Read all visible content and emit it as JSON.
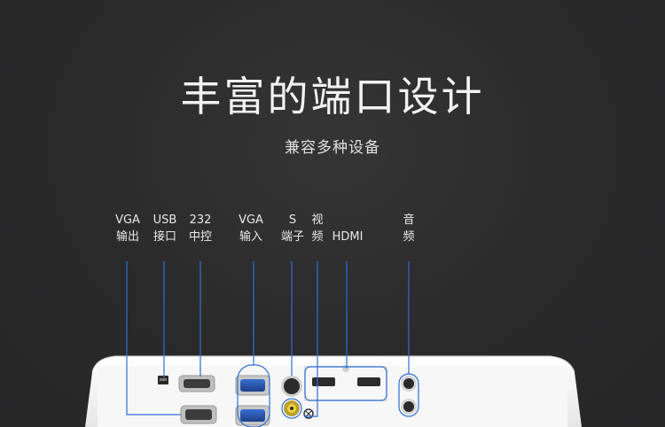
{
  "headline": "丰富的端口设计",
  "subhead": "兼容多种设备",
  "ports": [
    {
      "line1": "VGA",
      "line2": "输出"
    },
    {
      "line1": "USB",
      "line2": "接口"
    },
    {
      "line1": "232",
      "line2": "中控"
    },
    {
      "line1": "VGA",
      "line2": "输入"
    },
    {
      "line1": "S",
      "line2": "端子"
    },
    {
      "line1": "视",
      "line2": "频"
    },
    {
      "line1": "",
      "line2": "HDMI"
    },
    {
      "line1": "音",
      "line2": "频"
    }
  ],
  "colors": {
    "background": "#2b2b2c",
    "text": "#f2f2f2",
    "leader_line": "#2f6fd6",
    "device_body": "#f4f4f4"
  }
}
